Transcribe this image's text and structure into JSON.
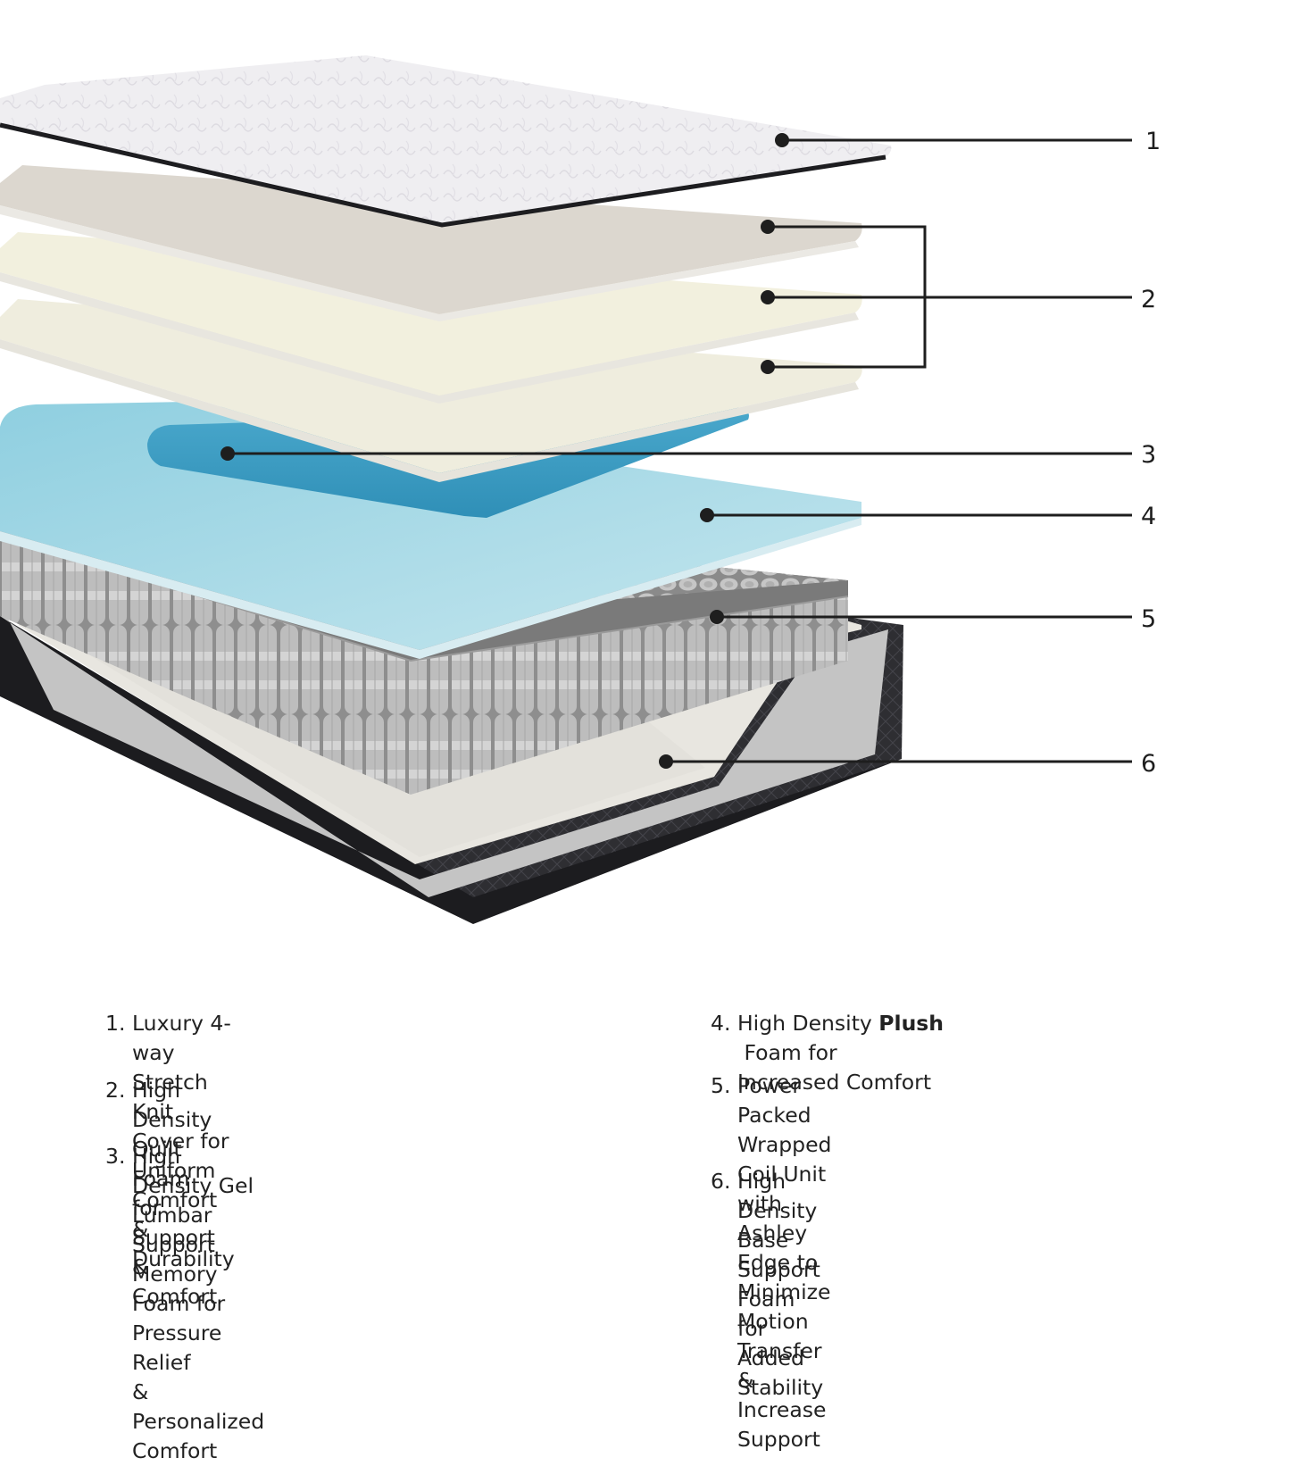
{
  "callouts": [
    {
      "number": "1"
    },
    {
      "number": "2"
    },
    {
      "number": "3"
    },
    {
      "number": "4"
    },
    {
      "number": "5"
    },
    {
      "number": "6"
    }
  ],
  "legend": [
    {
      "number": "1.",
      "lines": [
        "Luxury 4-way Stretch Knit Cover for",
        "Uniform Comfort & Durability"
      ]
    },
    {
      "number": "2.",
      "lines": [
        "High Density Quilt Foam for",
        "Support & Comfort"
      ]
    },
    {
      "number": "3.",
      "lines": [
        "High Density Gel Lumbar Support",
        "Memory Foam for Pressure Relief",
        "& Personalized Comfort"
      ]
    },
    {
      "number": "4.",
      "pre": "High Density ",
      "bold": "Plush",
      "post": " Foam for",
      "lines": [
        "Increased Comfort"
      ]
    },
    {
      "number": "5.",
      "lines": [
        "Power Packed Wrapped Coil Unit with",
        "Ashley Edge to Minimize Motion",
        "Transfer & Increase Support"
      ]
    },
    {
      "number": "6.",
      "lines": [
        "High Density Base Support Foam for",
        "Added Stability"
      ]
    }
  ],
  "colors": {
    "cover": "#ecebee",
    "quilt_foam": "#d9d4cc",
    "memory_foam": "#f0eedd",
    "gel_foam": "#3d9cc4",
    "plush_foam": "#a8d6e3",
    "coils": "#b5b5b5",
    "base_foam": "#e7e5df",
    "case": "#2e2e32"
  }
}
